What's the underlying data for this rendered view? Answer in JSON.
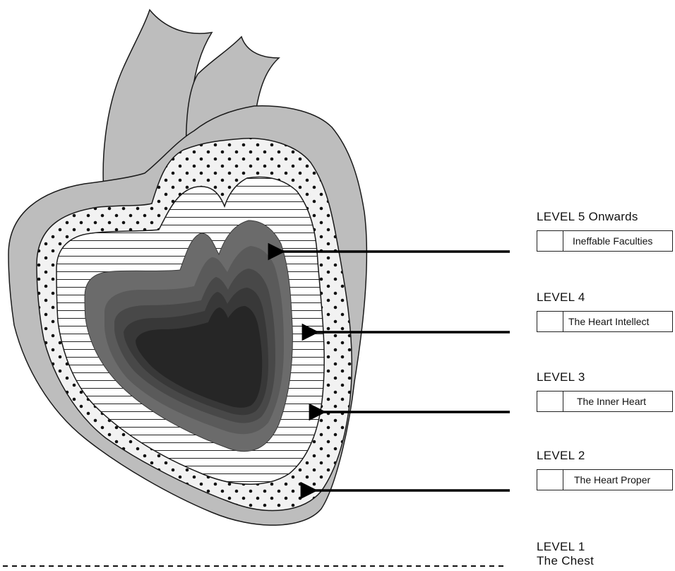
{
  "levels": [
    {
      "id": "level5",
      "title": "LEVEL 5 Onwards",
      "label": "Ineffable Faculties",
      "pattern": "dark-gray",
      "color": "#4a4a4a"
    },
    {
      "id": "level4",
      "title": "LEVEL 4",
      "label": "The Heart Intellect",
      "pattern": "horizontal-lines",
      "color": "#ffffff"
    },
    {
      "id": "level3",
      "title": "LEVEL 3",
      "label": "The Inner Heart",
      "pattern": "dots",
      "color": "#f2f2f2"
    },
    {
      "id": "level2",
      "title": "LEVEL 2",
      "label": "The Heart Proper",
      "pattern": "light-gray",
      "color": "#bdbdbd"
    },
    {
      "id": "level1",
      "title": "LEVEL 1",
      "label": "The Chest",
      "pattern": "dashed-line"
    }
  ],
  "colors": {
    "outline": "#1a1a1a",
    "heart_proper": "#bdbdbd",
    "inner_heart_fill": "#f2f2f2",
    "core_shades": [
      "#6b6b6b",
      "#555555",
      "#444444",
      "#353535",
      "#262626"
    ]
  }
}
